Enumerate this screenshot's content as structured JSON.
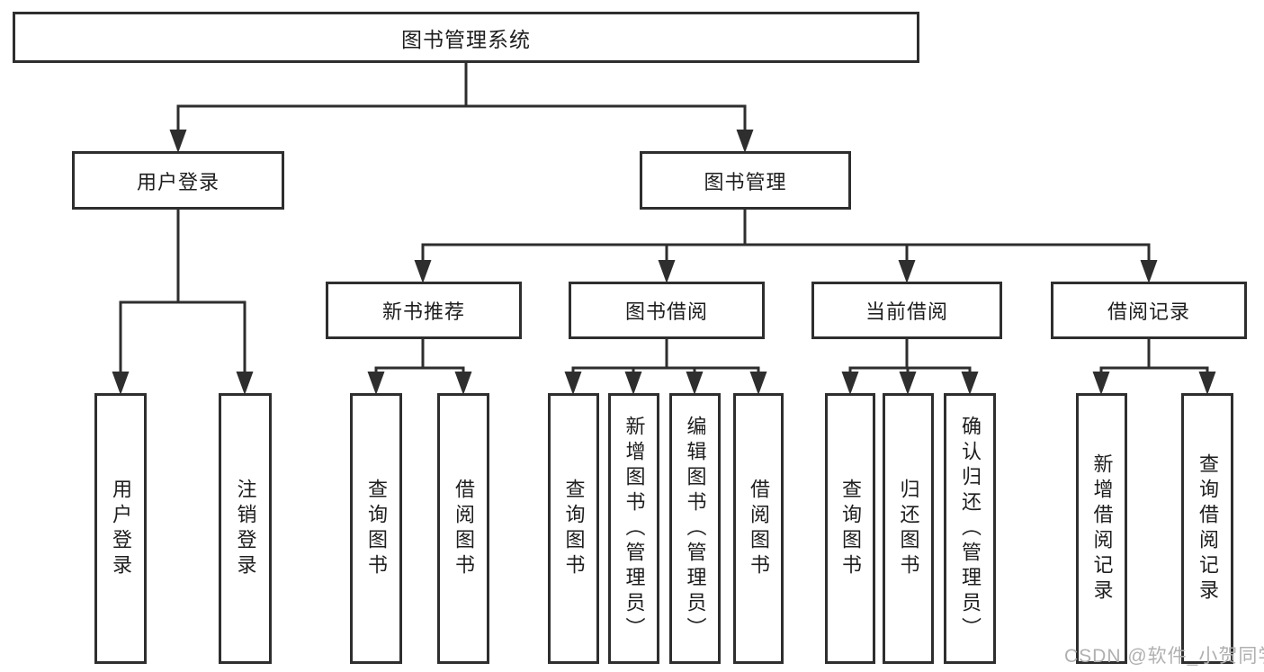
{
  "tree": {
    "label": "图书管理系统",
    "children": [
      {
        "label": "用户登录",
        "children": [
          {
            "label": "用户登录"
          },
          {
            "label": "注销登录"
          }
        ]
      },
      {
        "label": "图书管理",
        "children": [
          {
            "label": "新书推荐",
            "children": [
              {
                "label": "查询图书"
              },
              {
                "label": "借阅图书"
              }
            ]
          },
          {
            "label": "图书借阅",
            "children": [
              {
                "label": "查询图书"
              },
              {
                "label": "新增图书（管理员）"
              },
              {
                "label": "编辑图书（管理员）"
              },
              {
                "label": "借阅图书"
              }
            ]
          },
          {
            "label": "当前借阅",
            "children": [
              {
                "label": "查询图书"
              },
              {
                "label": "归还图书"
              },
              {
                "label": "确认归还（管理员）"
              }
            ]
          },
          {
            "label": "借阅记录",
            "children": [
              {
                "label": "新增借阅记录"
              },
              {
                "label": "查询借阅记录"
              }
            ]
          }
        ]
      }
    ]
  },
  "watermark": "CSDN @软件_小贺同学",
  "colors": {
    "line": "#2e2e2e",
    "text": "#1e1e1e",
    "watermark": "#b0b0b0",
    "background": "#ffffff"
  }
}
